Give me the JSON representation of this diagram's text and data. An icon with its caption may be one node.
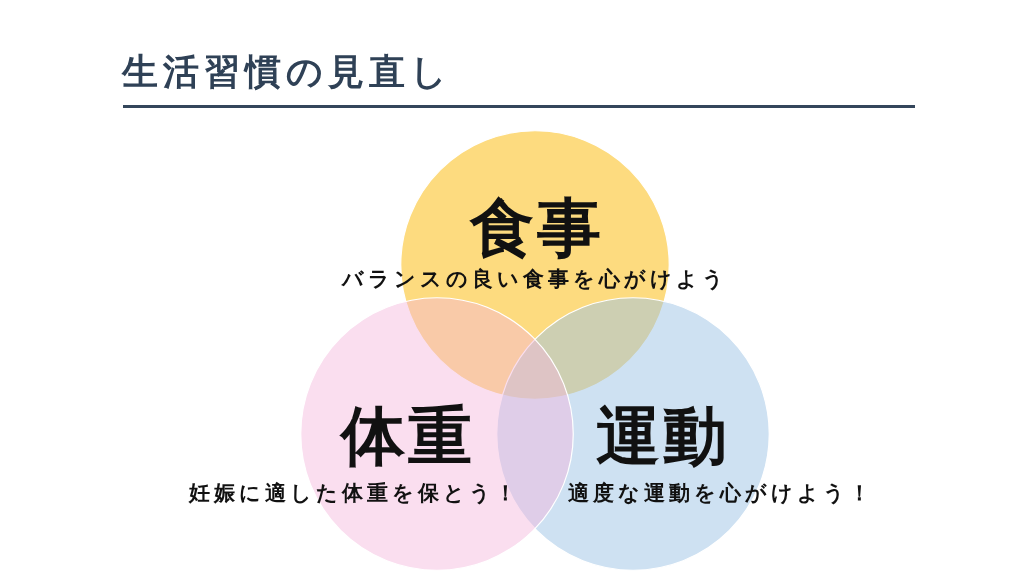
{
  "diagram": {
    "title": "生活習慣の見直し",
    "nodes": [
      {
        "text": [
          "食事",
          "バランスの良い食事を心がけよう"
        ]
      },
      {
        "text": [
          "体重",
          "妊娠に適した体重を保とう！"
        ]
      },
      {
        "text": [
          "運動",
          "適度な運動を心がけよう！"
        ]
      }
    ]
  }
}
